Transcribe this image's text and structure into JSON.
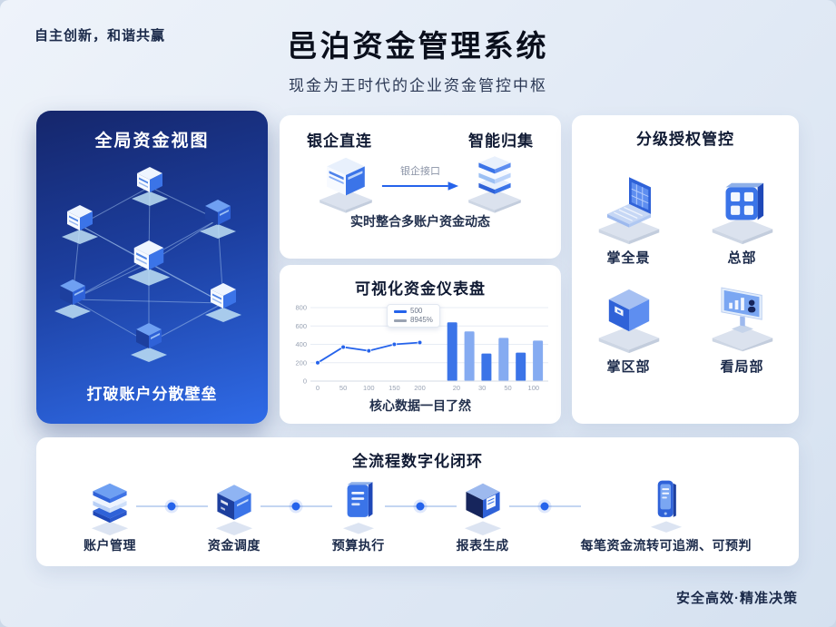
{
  "tagline": "自主创新，和谐共赢",
  "header": {
    "title": "邑泊资金管理系统",
    "subtitle": "现金为王时代的企业资金管控中枢"
  },
  "global_view": {
    "title": "全局资金视图",
    "caption": "打破账户分散壁垒"
  },
  "bank_connect": {
    "left_title": "银企直连",
    "right_title": "智能归集",
    "arrow_label": "银企接口",
    "caption": "实时整合多账户资金动态"
  },
  "dashboard": {
    "title": "可视化资金仪表盘",
    "caption": "核心数据一目了然"
  },
  "authorization": {
    "title": "分级授权管控",
    "items": [
      {
        "label": "掌全景",
        "icon": "laptop-icon"
      },
      {
        "label": "总部",
        "icon": "building-grid-icon"
      },
      {
        "label": "掌区部",
        "icon": "cube-icon"
      },
      {
        "label": "看局部",
        "icon": "monitor-icon"
      }
    ]
  },
  "process": {
    "title": "全流程数字化闭环",
    "steps": [
      {
        "label": "账户管理",
        "icon": "layers-icon"
      },
      {
        "label": "资金调度",
        "icon": "dispatch-box-icon"
      },
      {
        "label": "预算执行",
        "icon": "budget-document-icon"
      },
      {
        "label": "报表生成",
        "icon": "report-cube-icon"
      },
      {
        "label": "每笔资金流转可追溯、可预判",
        "icon": "phone-icon"
      }
    ]
  },
  "footer": "安全高效·精准决策",
  "colors": {
    "accent": "#2563eb",
    "deep_blue": "#15266b",
    "bright_blue": "#2f6be8"
  },
  "chart_data": {
    "type": "line+bar",
    "title": "可视化资金仪表盘",
    "ylim": [
      0,
      800
    ],
    "y_ticks": [
      0,
      200,
      400,
      600,
      800
    ],
    "grid": true,
    "legend_position": "top-center",
    "line": {
      "x_labels": [
        "0",
        "50",
        "100",
        "150",
        "200"
      ],
      "values": [
        200,
        370,
        330,
        400,
        420
      ]
    },
    "bars": {
      "x_labels": [
        "20",
        "30",
        "50",
        "100"
      ],
      "values": [
        640,
        540,
        300,
        470,
        310,
        440
      ]
    },
    "legend": [
      {
        "label": "500",
        "color": "#2563eb"
      },
      {
        "label": "8945%",
        "color": "#9aa3b2"
      }
    ]
  }
}
